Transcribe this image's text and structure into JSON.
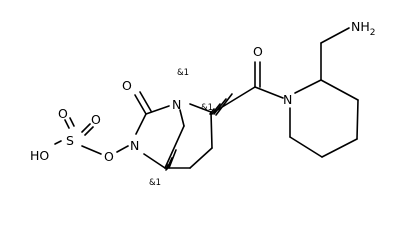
{
  "atoms": {
    "sulfur": "S",
    "sulfonyl_oxygen_1": "O",
    "sulfonyl_oxygen_2": "O",
    "hydroxyl": "HO",
    "ester_oxygen": "O",
    "nitrogen_6": "N",
    "carbonyl_oxygen_ring": "O",
    "bridgehead_nitrogen": "N",
    "amide_oxygen": "O",
    "piperidine_nitrogen": "N",
    "amine": "NH2"
  },
  "stereo_labels": {
    "bridgehead_n": "&1",
    "alpha_carbon": "&1",
    "bridgehead_c": "&1"
  }
}
